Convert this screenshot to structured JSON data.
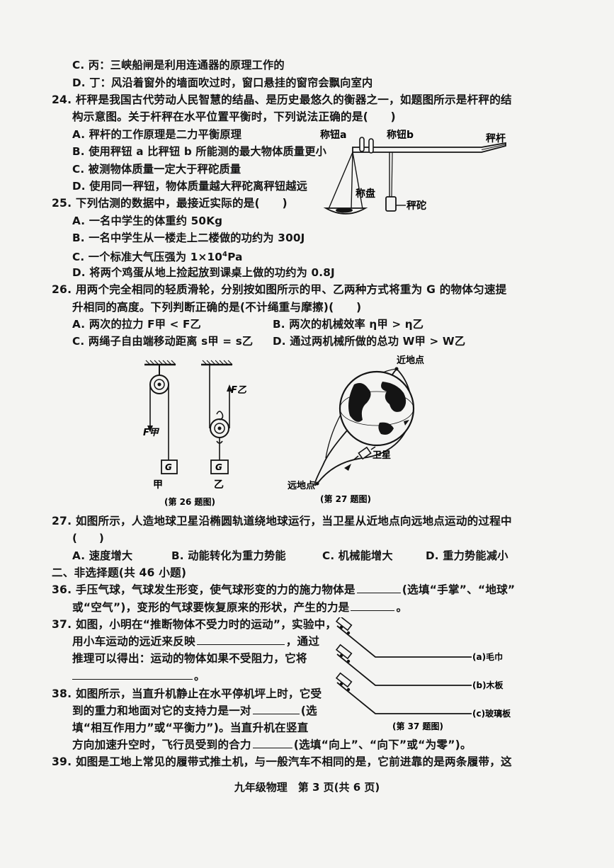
{
  "q23": {
    "c": "C. 丙：三峡船闸是利用连通器的原理工作的",
    "d": "D. 丁：风沿着窗外的墙面吹过时，窗口悬挂的窗帘会飘向室内"
  },
  "q24": {
    "stem1": "24. 杆秤是我国古代劳动人民智慧的结晶、是历史最悠久的衡器之一，如题图所示是杆秤的结",
    "stem2": "构示意图。关于杆秤在水平位置平衡时，下列说法正确的是(　　)",
    "a": "A. 秤杆的工作原理是二力平衡原理",
    "b": "B. 使用秤钮 a 比秤钮 b 所能测的最大物体质量更小",
    "c": "C. 被测物体质量一定大于秤砣质量",
    "d": "D. 使用同一秤钮，物体质量越大秤砣离秤钮越远",
    "fig": {
      "knob_a": "称钮a",
      "knob_b": "称钮b",
      "beam": "秤杆",
      "pan": "称盘",
      "weight": "秤砣"
    }
  },
  "q25": {
    "stem": "25. 下列估测的数据中，最接近实际的是(　　)",
    "a": "A. 一名中学生的体重约 50Kg",
    "b": "B. 一名中学生从一楼走上二楼做的功约为 300J",
    "c_pre": "C. 一个标准大气压强为 1×10",
    "c_sup": "4",
    "c_post": "Pa",
    "d": "D. 将两个鸡蛋从地上捡起放到课桌上做的功约为 0.8J"
  },
  "q26": {
    "stem1": "26. 用两个完全相同的轻质滑轮，分别按如图所示的甲、乙两种方式将重为 G 的物体匀速提",
    "stem2": "升相同的高度。下列判断正确的是(不计绳重与摩擦)(　　)",
    "a": "A. 两次的拉力 F甲 < F乙",
    "b": "B. 两次的机械效率 η甲 > η乙",
    "c": "C. 两绳子自由端移动距离 s甲 = s乙",
    "d": "D. 通过两机械所做的总功 W甲 > W乙",
    "fig": {
      "f_jia": "F甲",
      "f_yi": "F乙",
      "g": "G",
      "jia": "甲",
      "yi": "乙",
      "caption": "(第 26 题图)"
    }
  },
  "q27fig": {
    "perigee": "近地点",
    "apogee": "远地点",
    "satellite": "卫星",
    "caption": "(第 27 题图)"
  },
  "q27": {
    "stem": "27. 如图所示，人造地球卫星沿椭圆轨道绕地球运行，当卫星从近地点向远地点运动的过程中",
    "paren": "(　　)",
    "a": "A. 速度增大",
    "b": "B. 动能转化为重力势能",
    "c": "C. 机械能增大",
    "d": "D. 重力势能减小"
  },
  "section2": "二、非选择题(共 46 小题)",
  "q36": {
    "l1a": "36. 手压气球，气球发生形变，使气球形变的力的施力物体是",
    "l1b": "(选填“手掌”、“地球”",
    "l2a": "或“空气”)，变形的气球要恢复原来的形状，产生的力是",
    "l2b": "。"
  },
  "q37": {
    "l1": "37. 如图，小明在“推断物体不受力时的运动”，实验中，",
    "l2a": "用小车运动的远近来反映",
    "l2b": "，通过",
    "l3": "推理可以得出：运动的物体如果不受阻力，它将",
    "l4": "。",
    "fig": {
      "a": "(a)毛巾",
      "b": "(b)木板",
      "c": "(c)玻璃板",
      "caption": "(第 37 题图)"
    }
  },
  "q38": {
    "l1": "38. 如图所示，当直升机静止在水平停机坪上时，它受",
    "l2a": "到的重力和地面对它的支持力是一对",
    "l2b": "(选",
    "l3": "填“相互作用力”或“平衡力”)。当直升机在竖直",
    "l4a": "方向加速升空时，飞行员受到的合力",
    "l4b": "(选填“向上”、“向下”或“为零”)。"
  },
  "q39": {
    "l1": "39. 如图是工地上常见的履带式推土机，与一般汽车不相同的是，它前进靠的是两条履带，这"
  },
  "footer": "九年级物理　第 3 页(共 6 页)"
}
